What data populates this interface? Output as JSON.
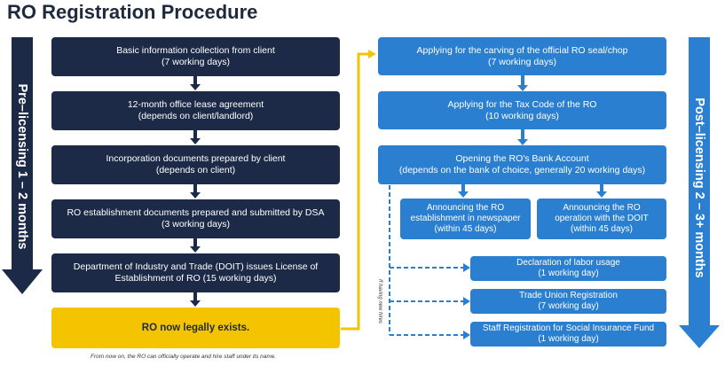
{
  "title": "RO Registration Procedure",
  "left_phase": {
    "label": "Pre–licensing 1 – 2 months"
  },
  "right_phase": {
    "label": "Post–licensing 2 – 3+ months"
  },
  "pre_steps": [
    {
      "line1": "Basic information collection from client",
      "line2": "(7 working days)"
    },
    {
      "line1": "12-month office lease agreement",
      "line2": "(depends on client/landlord)"
    },
    {
      "line1": "Incorporation documents prepared by client",
      "line2": "(depends on client)"
    },
    {
      "line1": "RO establishment documents prepared and submitted by DSA",
      "line2": "(3 working days)"
    },
    {
      "line1": "Department of Industry and Trade (DOIT) issues License of",
      "line2": "Establishment of RO (15 working days)"
    }
  ],
  "final_step": {
    "label": "RO now legally exists."
  },
  "final_note": "From now on, the RO can officially operate and hire staff under its name.",
  "post_steps": [
    {
      "line1": "Applying for the carving of the official RO seal/chop",
      "line2": "(7 working days)"
    },
    {
      "line1": "Applying for the Tax Code of the RO",
      "line2": "(10 working days)"
    },
    {
      "line1": "Opening the RO's Bank Account",
      "line2": "(depends on the bank of choice, generally 20 working days)"
    }
  ],
  "bank_substeps": [
    {
      "line1": "Announcing the RO",
      "line2": "establishment in newspaper",
      "line3": "(within 45 days)"
    },
    {
      "line1": "Announcing the RO",
      "line2": "operation with the DOIT",
      "line3": "(within 45 days)"
    }
  ],
  "hiring_steps": [
    {
      "line1": "Declaration of labor usage",
      "line2": "(1 working day)"
    },
    {
      "line1": "Trade Union Registration",
      "line2": "(7 working day)"
    },
    {
      "line1": "Staff Registration for Social Insurance Fund",
      "line2": "(1 working day)"
    }
  ],
  "hiring_note": "If having new hires",
  "colors": {
    "navy": "#1c2a47",
    "blue": "#2a7fd0",
    "yellow": "#f5c400",
    "connector_yellow": "#f5c400",
    "dashed_blue": "#2a7fd0"
  }
}
